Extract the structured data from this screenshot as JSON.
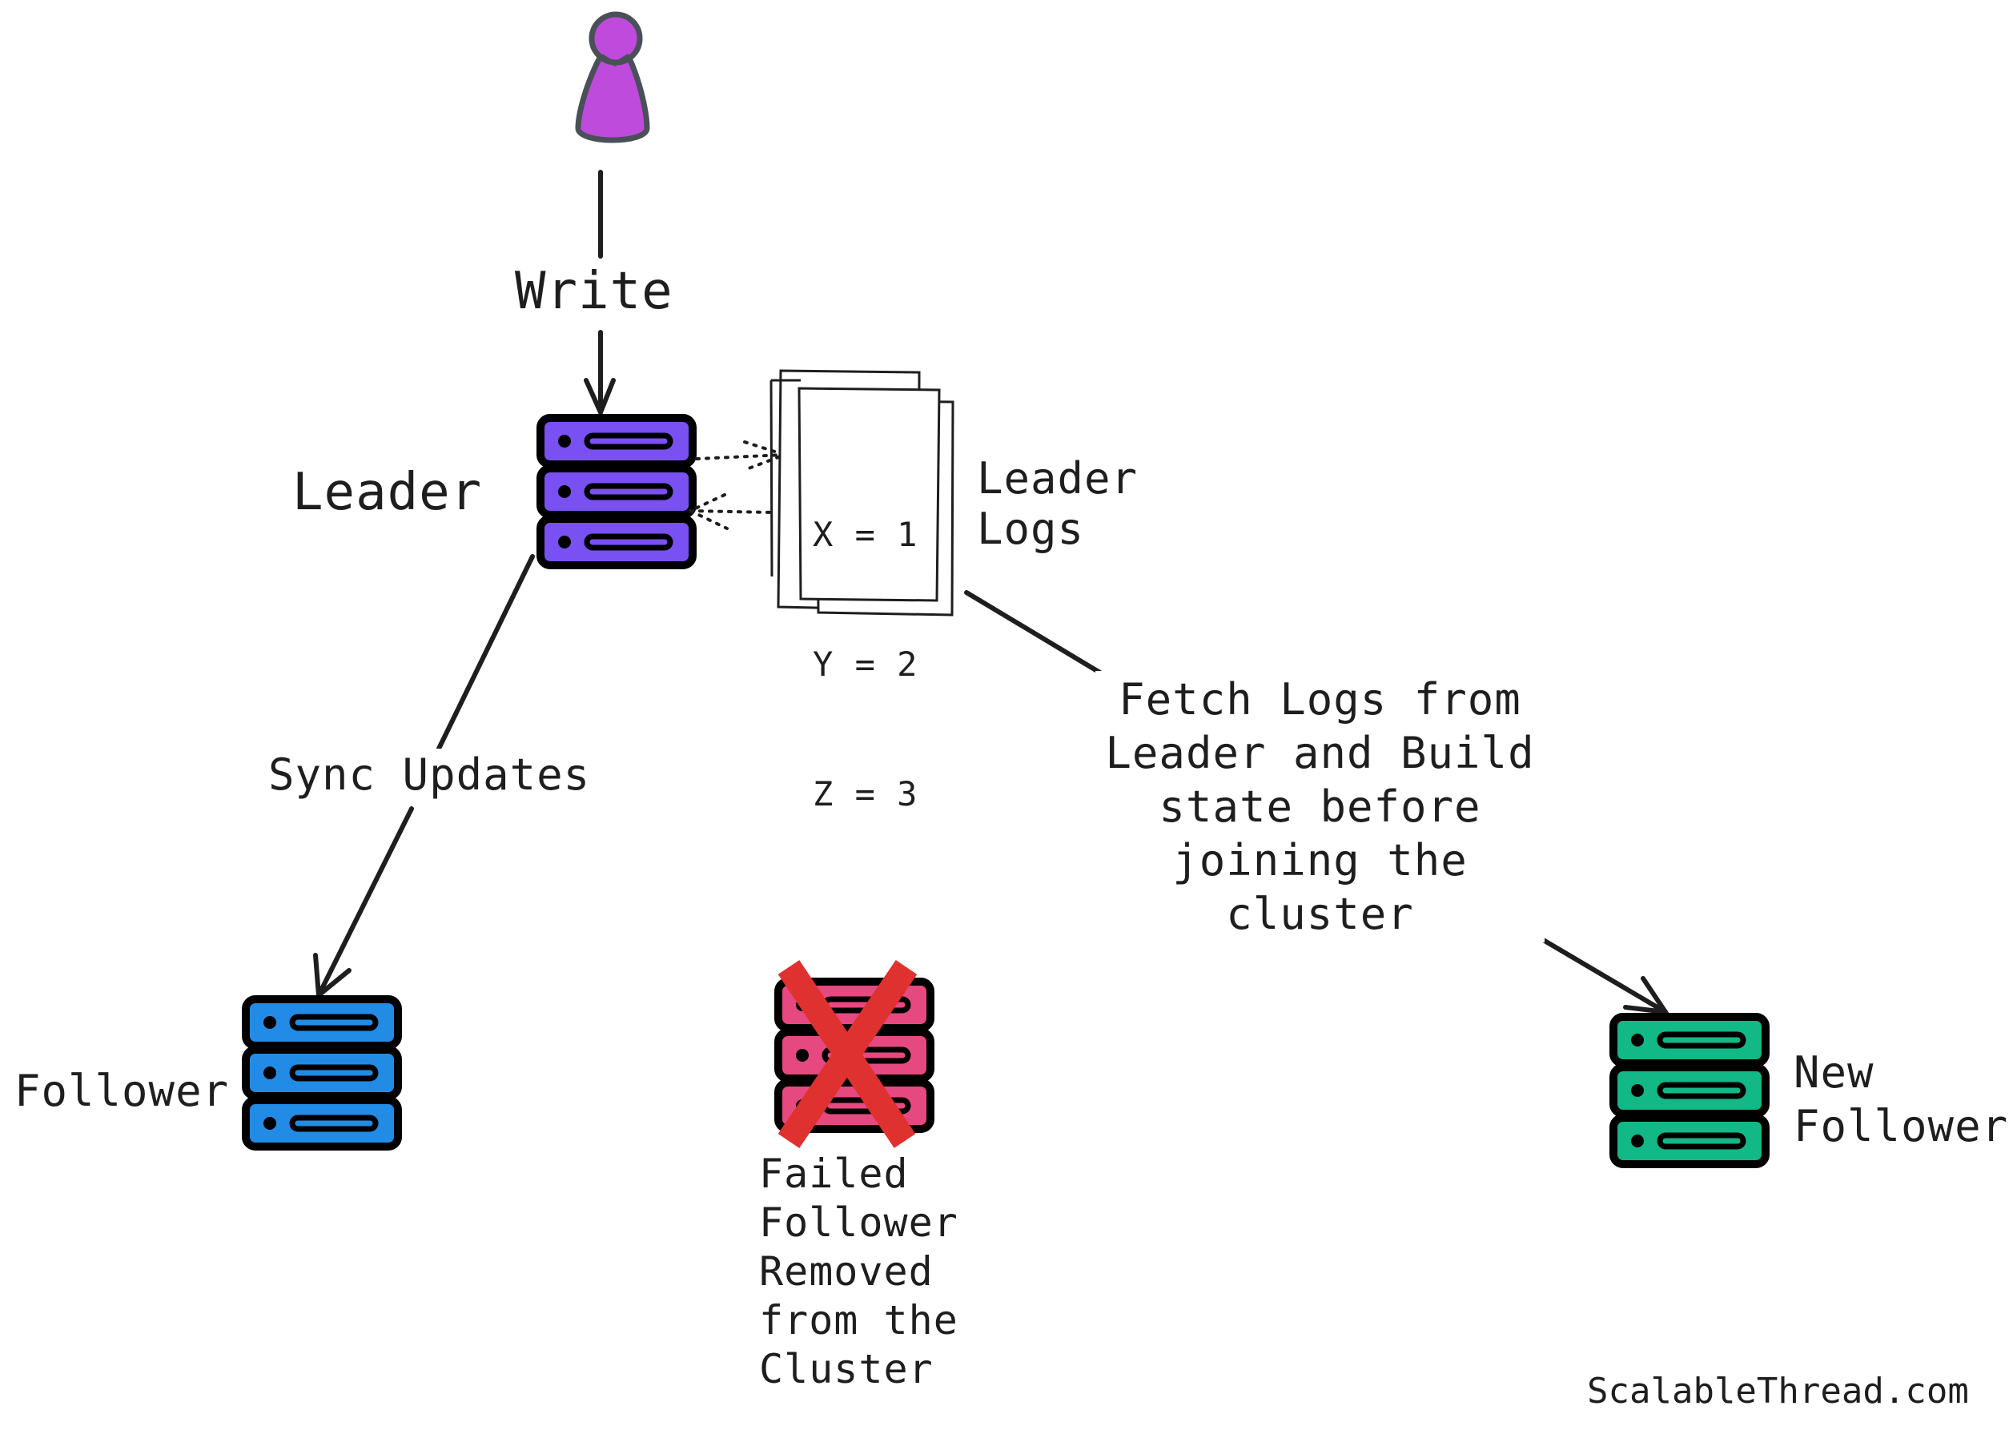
{
  "labels": {
    "write": "Write",
    "leader": "Leader",
    "leader_logs": "Leader\nLogs",
    "log_entries": [
      "X = 1",
      "Y = 2",
      "Z = 3"
    ],
    "sync_updates": "Sync Updates",
    "fetch_logs": "Fetch Logs from\nLeader and Build\nstate before\njoining the\ncluster",
    "follower": "Follower",
    "failed_follower": "Failed\nFollower\nRemoved\nfrom the\nCluster",
    "new_follower": "New\nFollower",
    "watermark": "ScalableThread.com"
  },
  "icons": {
    "user": "user-icon",
    "leader_server": "server-stack-icon",
    "follower_server": "server-stack-icon",
    "failed_server": "server-stack-icon",
    "failed_mark": "x-cross-icon",
    "new_follower_server": "server-stack-icon",
    "logs": "document-stack-icon"
  },
  "colors": {
    "user": "#be4bdb",
    "leader": "#7950f2",
    "follower": "#228be6",
    "failed": "#e64980",
    "failed_mark": "#e03131",
    "new_follower": "#12b886",
    "stroke": "#1e1e1e"
  }
}
